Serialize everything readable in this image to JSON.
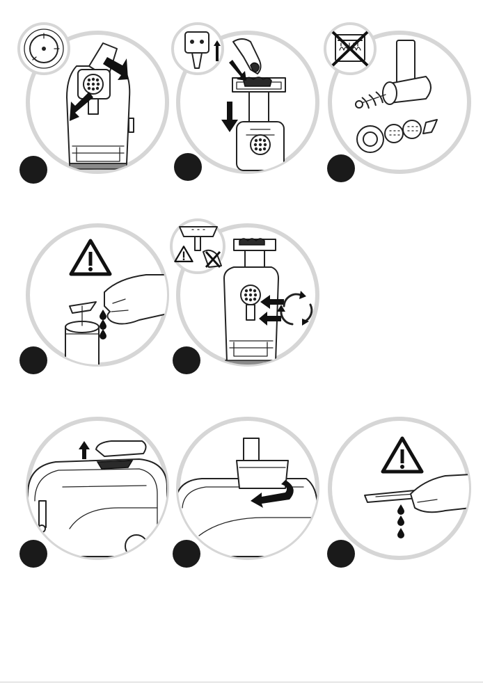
{
  "illustration_panels": [
    {
      "id": "attach-mincer-head"
    },
    {
      "id": "feed-meat-unplugged"
    },
    {
      "id": "no-dishwasher-parts"
    },
    {
      "id": "sharp-blade-warning"
    },
    {
      "id": "release-mincer-head"
    },
    {
      "id": "remove-top-cover"
    },
    {
      "id": "mount-food-processor"
    },
    {
      "id": "dry-blade-warning"
    }
  ]
}
